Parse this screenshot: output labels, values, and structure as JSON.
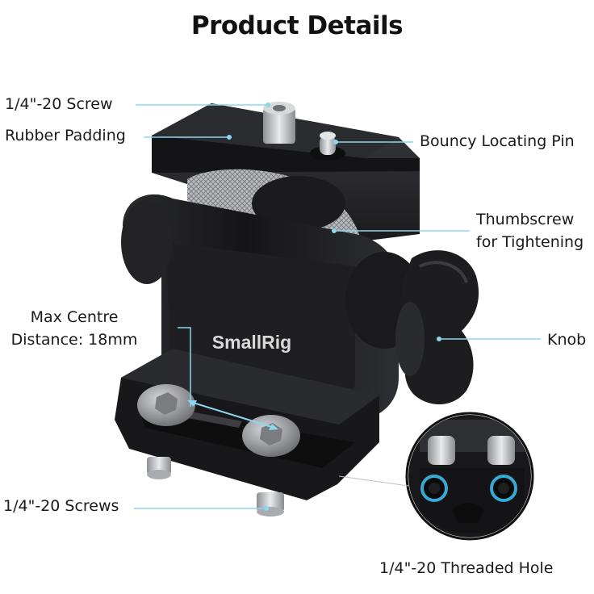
{
  "title": "Product Details",
  "labels": {
    "screw_top": "1/4\"-20 Screw",
    "rubber_padding": "Rubber Padding",
    "locating_pin": "Bouncy Locating Pin",
    "thumbscrew_line1": "Thumbscrew",
    "thumbscrew_line2": "for Tightening",
    "max_centre_line1": "Max Centre",
    "max_centre_line2": "Distance: 18mm",
    "knob": "Knob",
    "screws_bottom": "1/4\"-20 Screws",
    "threaded_hole": "1/4\"-20 Threaded Hole"
  },
  "brand": "SmallRig",
  "colors": {
    "callout": "#8ad7ee",
    "body": "#1c1c1e",
    "body_highlight": "#3a3b3e",
    "metal": "#c8c9cc",
    "hole_ring": "#36a9d4"
  }
}
